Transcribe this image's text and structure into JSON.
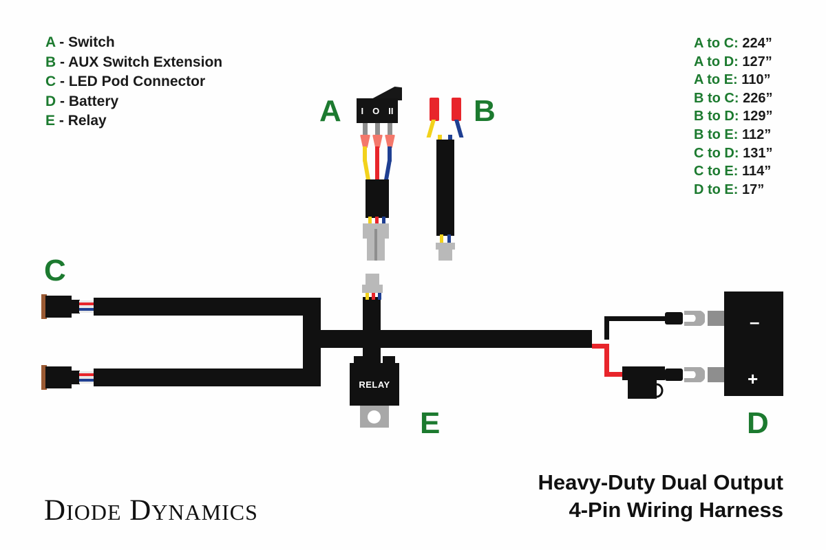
{
  "legend": {
    "items": [
      {
        "key": "A",
        "sep": " - ",
        "label": "Switch"
      },
      {
        "key": "B",
        "sep": " - ",
        "label": "AUX Switch Extension"
      },
      {
        "key": "C",
        "sep": " - ",
        "label": "LED Pod Connector"
      },
      {
        "key": "D",
        "sep": " - ",
        "label": "Battery"
      },
      {
        "key": "E",
        "sep": " - ",
        "label": "Relay"
      }
    ]
  },
  "measurements": {
    "items": [
      {
        "label": "A to C:",
        "value": "224”"
      },
      {
        "label": "A to D:",
        "value": "127”"
      },
      {
        "label": "A to E:",
        "value": "110”"
      },
      {
        "label": "B to C:",
        "value": "226”"
      },
      {
        "label": "B to D:",
        "value": "129”"
      },
      {
        "label": "B to E:",
        "value": "112”"
      },
      {
        "label": "C to D:",
        "value": "131”"
      },
      {
        "label": "C to E:",
        "value": "114”"
      },
      {
        "label": "D to E:",
        "value": "17”"
      }
    ]
  },
  "callouts": {
    "a": "A",
    "b": "B",
    "c": "C",
    "d": "D",
    "e": "E"
  },
  "components": {
    "switch": {
      "marking_left": "I",
      "marking_mid": "O",
      "marking_right": "II"
    },
    "relay": {
      "label": "RELAY"
    },
    "battery": {
      "negative": "–",
      "positive": "+"
    }
  },
  "branding": {
    "word1_cap": "D",
    "word1_rest": "IODE",
    "word2_cap": "D",
    "word2_rest": "YNAMICS"
  },
  "title": {
    "line1": "Heavy-Duty Dual Output",
    "line2": "4-Pin Wiring Harness"
  },
  "colors": {
    "green": "#1c7a2f",
    "black": "#111111",
    "wire_yellow": "#f2d21c",
    "wire_red": "#e8252b",
    "wire_blue": "#1f3f92",
    "crimp_red": "#f4786b",
    "gray": "#b9b9b9",
    "copper": "#9a5a33"
  }
}
